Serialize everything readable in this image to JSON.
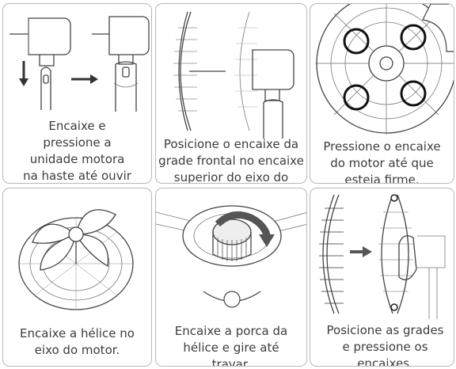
{
  "panels": [
    {
      "caption": "Encaixe e pressione a unidade motora na haste até ouvir um leve estalo."
    },
    {
      "caption": "Posicione o encaixe da grade frontal no encaixe superior do eixo do motor."
    },
    {
      "caption": "Pressione o encaixe do motor até que esteja firme."
    },
    {
      "caption": "Encaixe a hélice no eixo do motor."
    },
    {
      "caption": "Encaixe a porca da hélice e gire até travar."
    },
    {
      "caption": "Posicione as grades e pressione os encaixes."
    }
  ],
  "colors": {
    "border": "#b8b8b8",
    "text": "#3c3c3c",
    "line": "#444444"
  },
  "icons": [
    "down-arrow-icon",
    "right-arrow-icon",
    "rotation-arrow-icon"
  ]
}
